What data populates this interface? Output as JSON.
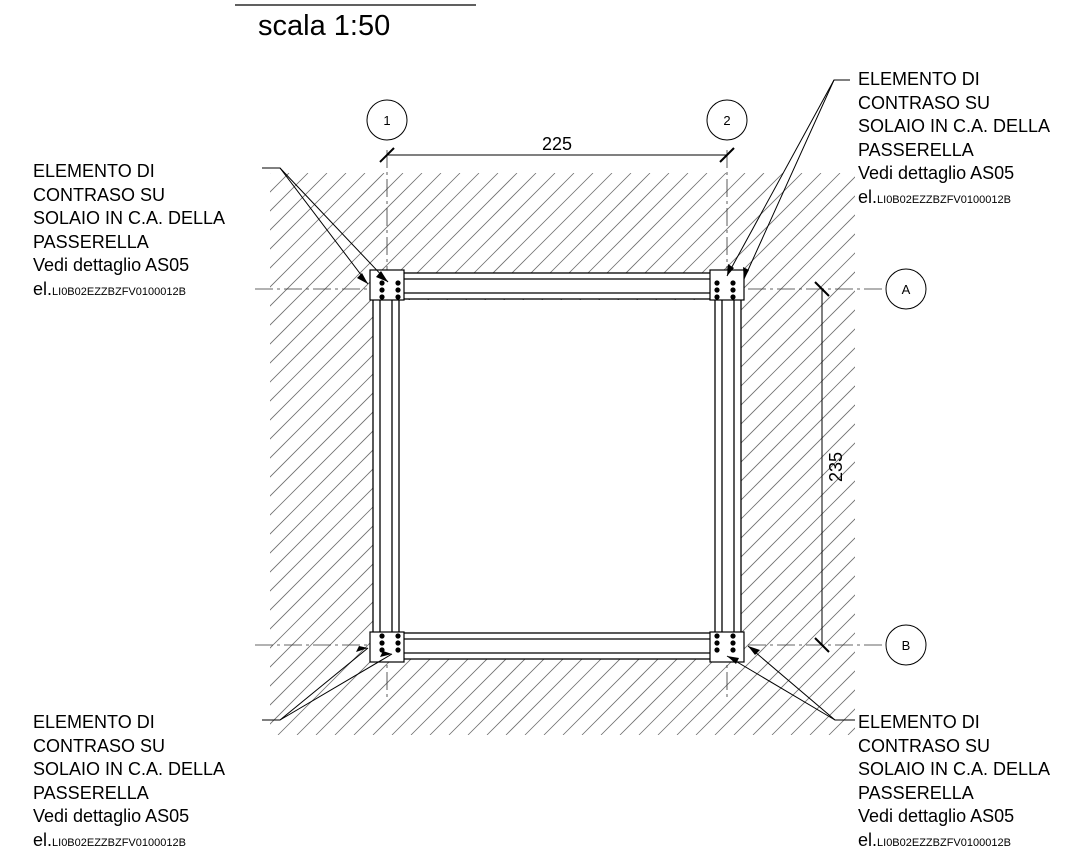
{
  "scale": "scala 1:50",
  "axes": {
    "col_1": "1",
    "col_2": "2",
    "row_a": "A",
    "row_b": "B"
  },
  "dimensions": {
    "horizontal": "225",
    "vertical": "235"
  },
  "callout": {
    "line1": "ELEMENTO DI",
    "line2": "CONTRASO SU",
    "line3": "SOLAIO IN C.A. DELLA",
    "line4": "PASSERELLA",
    "line5": "Vedi dettaglio AS05",
    "ref_prefix": "el.",
    "ref_code": "LI0B02EZZBZFV0100012B"
  },
  "colors": {
    "ink": "#000000",
    "hatch": "#6e6e6e",
    "axis": "#333333"
  }
}
